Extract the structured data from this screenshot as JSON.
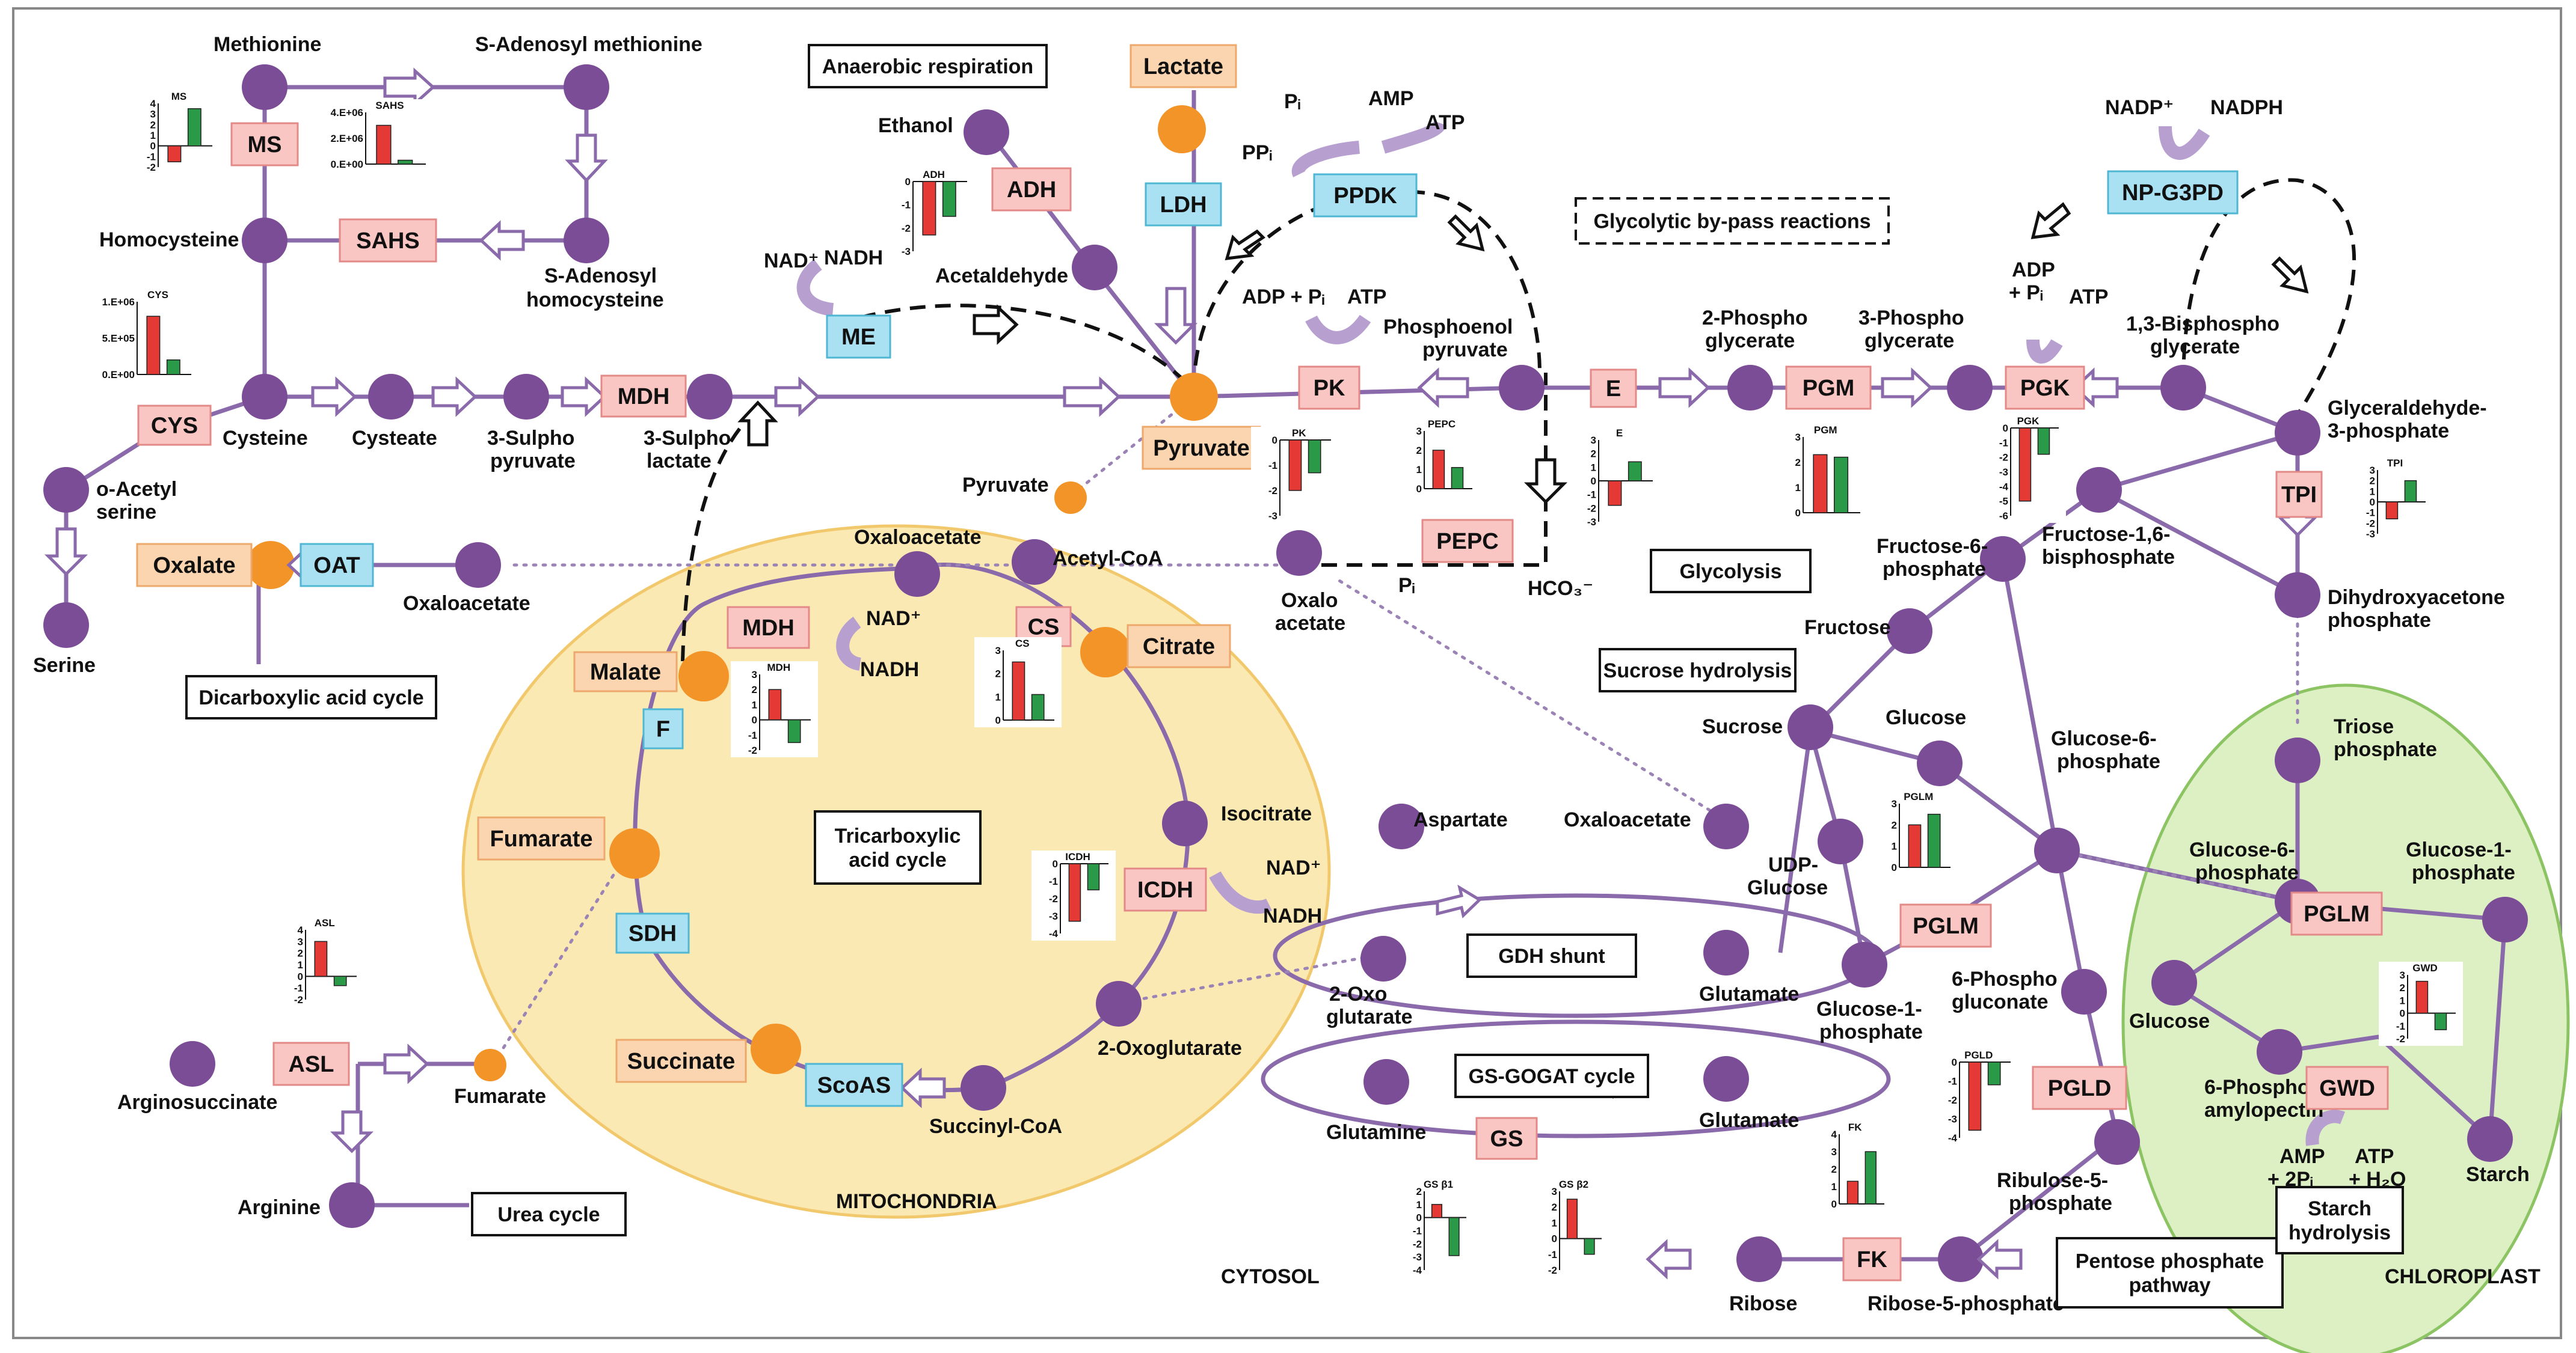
{
  "colors": {
    "metabolite_node": "#7b4d97",
    "highlight_node": "#f39428",
    "enzyme_up": "#fac6c4",
    "enzyme_down": "#a9e1f2",
    "metabolite_box": "#fbd4b0",
    "mitochondria": "#fbe9b4",
    "chloroplast": "#ddf0c4",
    "bar_control": "#e53935",
    "bar_treatment": "#2a9a48"
  },
  "labels": {
    "methionine": "Methionine",
    "sam": "S-Adenosyl methionine",
    "homocysteine": "Homocysteine",
    "sah": "S-Adenosyl homocysteine",
    "cysteine": "Cysteine",
    "cysteate": "Cysteate",
    "sulfopyruvate": "3-Sulpho pyruvate",
    "sulfolactate": "3-Sulpho lactate",
    "oacetylserine": "o-Acetyl serine",
    "serine": "Serine",
    "oxaloacetate_left": "Oxaloacetate",
    "ethanol": "Ethanol",
    "acetaldehyde": "Acetaldehyde",
    "nadplus": "NAD⁺",
    "nadh": "NADH",
    "pi": "Pᵢ",
    "ppi": "PPᵢ",
    "amp": "AMP",
    "atp": "ATP",
    "adp_pi": "ADP + Pᵢ",
    "pep": "Phosphoenol pyruvate",
    "oxaloacetate_cyt": "Oxalo acetate",
    "pi_pepc": "Pᵢ",
    "hco3": "HCO₃⁻",
    "pg2": "2-Phospho glycerate",
    "pg3": "3-Phospho glycerate",
    "bpg": "1,3-Bisphospho glycerate",
    "nadp": "NADP⁺",
    "nadph": "NADPH",
    "g3p": "Glyceraldehyde- 3-phosphate",
    "dhap": "Dihydroxyacetone phosphate",
    "f6p": "Fructose-6- phosphate",
    "f16bp": "Fructose-1,6- bisphosphate",
    "fructose": "Fructose",
    "sucrose": "Sucrose",
    "glucose": "Glucose",
    "udpg": "UDP- Glucose",
    "g1p": "Glucose-1- phosphate",
    "g6p": "Glucose-6- phosphate",
    "pg6": "6-Phospho gluconate",
    "ru5p": "Ribulose-5- phosphate",
    "r5p": "Ribose-5-phosphate",
    "ribose": "Ribose",
    "triosep": "Triose phosphate",
    "g6p_chl": "Glucose-6- phosphate",
    "g1p_chl": "Glucose-1- phosphate",
    "glucose_chl": "Glucose",
    "pga": "6-Phosphogluco amylopectin",
    "starch": "Starch",
    "amp2pi": "AMP + 2Pᵢ",
    "atph2o": "ATP + H₂O",
    "pyruvate_mito": "Pyruvate",
    "oaa_mito": "Oxaloacetate",
    "acetylcoa": "Acetyl-CoA",
    "isocitrate": "Isocitrate",
    "oxoglutarate": "2-Oxoglutarate",
    "succinylcoa": "Succinyl-CoA",
    "fumarate_urea": "Fumarate",
    "arginosuccinate": "Arginosuccinate",
    "arginine": "Arginine",
    "aspartate": "Aspartate",
    "oaa_gdh": "Oxaloacetate",
    "oxoglut_gdh": "2-Oxo glutarate",
    "glutamate1": "Glutamate",
    "glutamine": "Glutamine",
    "glutamate2": "Glutamate",
    "mitochondria": "MITOCHONDRIA",
    "cytosol": "CYTOSOL",
    "chloroplast": "CHLOROPLAST"
  },
  "enzymes": {
    "MS": "MS",
    "SAHS": "SAHS",
    "CYS": "CYS",
    "MDH": "MDH",
    "ADH": "ADH",
    "LDH": "LDH",
    "ME": "ME",
    "PPDK": "PPDK",
    "PK": "PK",
    "E": "E",
    "PGM": "PGM",
    "PGK": "PGK",
    "NPG3PD": "NP-G3PD",
    "TPI": "TPI",
    "PEPC": "PEPC",
    "OAT": "OAT",
    "MDHm": "MDH",
    "CS": "CS",
    "F": "F",
    "SDH": "SDH",
    "ICDH": "ICDH",
    "ScoAS": "ScoAS",
    "ASL": "ASL",
    "GS": "GS",
    "PGLM": "PGLM",
    "PGLMc": "PGLM",
    "PGLD": "PGLD",
    "FK": "FK",
    "GWD": "GWD"
  },
  "metabolite_boxes": {
    "lactate": "Lactate",
    "pyruvate": "Pyruvate",
    "oxalate": "Oxalate",
    "malate": "Malate",
    "citrate": "Citrate",
    "fumarate": "Fumarate",
    "succinate": "Succinate"
  },
  "pathway_boxes": {
    "anaerobic": "Anaerobic respiration",
    "bypass": "Glycolytic by-pass reactions",
    "glycolysis": "Glycolysis",
    "sucrose": "Sucrose hydrolysis",
    "dicarb": "Dicarboxylic acid cycle",
    "tca": "Tricarboxylic acid cycle",
    "gdh": "GDH shunt",
    "gsgogat": "GS-GOGAT cycle",
    "urea": "Urea cycle",
    "ppp": "Pentose phosphate pathway",
    "starch": "Starch hydrolysis"
  },
  "bar_charts": [
    {
      "name": "MS",
      "ticks": [
        "4",
        "3",
        "2",
        "1",
        "0",
        "-1",
        "-2"
      ],
      "ymin": -2,
      "ymax": 4,
      "values": [
        -1.5,
        3.5
      ]
    },
    {
      "name": "SAHS",
      "ticks": [
        "4.E+06",
        "2.E+06",
        "0.E+00"
      ],
      "ymin": 0,
      "ymax": 4000000,
      "values": [
        3000000,
        300000
      ]
    },
    {
      "name": "CYS",
      "ticks": [
        "1.E+06",
        "5.E+05",
        "0.E+00"
      ],
      "ymin": 0,
      "ymax": 1000000,
      "values": [
        800000,
        200000
      ]
    },
    {
      "name": "ADH",
      "ticks": [
        "0",
        "-1",
        "-2",
        "-3"
      ],
      "ymin": -3,
      "ymax": 0,
      "values": [
        -2.3,
        -1.5
      ]
    },
    {
      "name": "PK",
      "ticks": [
        "0",
        "-1",
        "-2",
        "-3"
      ],
      "ymin": -3,
      "ymax": 0,
      "values": [
        -2.0,
        -1.3
      ]
    },
    {
      "name": "PEPC",
      "ticks": [
        "3",
        "2",
        "1",
        "0"
      ],
      "ymin": 0,
      "ymax": 3,
      "values": [
        2.0,
        1.1
      ]
    },
    {
      "name": "E",
      "ticks": [
        "3",
        "2",
        "1",
        "0",
        "-1",
        "-2",
        "-3"
      ],
      "ymin": -3,
      "ymax": 3,
      "values": [
        -1.8,
        1.4
      ]
    },
    {
      "name": "PGM",
      "ticks": [
        "3",
        "2",
        "1",
        "0"
      ],
      "ymin": 0,
      "ymax": 3,
      "values": [
        2.3,
        2.2
      ]
    },
    {
      "name": "PGK",
      "ticks": [
        "0",
        "-1",
        "-2",
        "-3",
        "-4",
        "-5",
        "-6"
      ],
      "ymin": -6,
      "ymax": 0,
      "values": [
        -5.0,
        -1.8
      ]
    },
    {
      "name": "TPI",
      "ticks": [
        "3",
        "2",
        "1",
        "0",
        "-1",
        "-2",
        "-3"
      ],
      "ymin": -3,
      "ymax": 3,
      "values": [
        -1.6,
        2.0
      ]
    },
    {
      "name": "MDH",
      "ticks": [
        "3",
        "2",
        "1",
        "0",
        "-1",
        "-2"
      ],
      "ymin": -2,
      "ymax": 3,
      "values": [
        2.0,
        -1.5
      ]
    },
    {
      "name": "CS",
      "ticks": [
        "3",
        "2",
        "1",
        "0"
      ],
      "ymin": 0,
      "ymax": 3,
      "values": [
        2.5,
        1.1
      ]
    },
    {
      "name": "ICDH",
      "ticks": [
        "0",
        "-1",
        "-2",
        "-3",
        "-4"
      ],
      "ymin": -4,
      "ymax": 0,
      "values": [
        -3.3,
        -1.5
      ]
    },
    {
      "name": "ASL",
      "ticks": [
        "4",
        "3",
        "2",
        "1",
        "0",
        "-1",
        "-2"
      ],
      "ymin": -2,
      "ymax": 4,
      "values": [
        3.0,
        -0.8
      ]
    },
    {
      "name": "GS β1",
      "ticks": [
        "2",
        "1",
        "0",
        "-1",
        "-2",
        "-3",
        "-4"
      ],
      "ymin": -4,
      "ymax": 2,
      "values": [
        1.0,
        -2.9
      ]
    },
    {
      "name": "GS β2",
      "ticks": [
        "3",
        "2",
        "1",
        "0",
        "-1",
        "-2"
      ],
      "ymin": -2,
      "ymax": 3,
      "values": [
        2.5,
        -1.0
      ]
    },
    {
      "name": "PGLM",
      "ticks": [
        "3",
        "2",
        "1",
        "0"
      ],
      "ymin": 0,
      "ymax": 3,
      "values": [
        2.0,
        2.5
      ]
    },
    {
      "name": "PGLD",
      "ticks": [
        "0",
        "-1",
        "-2",
        "-3",
        "-4"
      ],
      "ymin": -4,
      "ymax": 0,
      "values": [
        -3.6,
        -1.2
      ]
    },
    {
      "name": "FK",
      "ticks": [
        "4",
        "3",
        "2",
        "1",
        "0"
      ],
      "ymin": 0,
      "ymax": 4,
      "values": [
        1.3,
        3.0
      ]
    },
    {
      "name": "GWD",
      "ticks": [
        "3",
        "2",
        "1",
        "0",
        "-1",
        "-2"
      ],
      "ymin": -2,
      "ymax": 3,
      "values": [
        2.5,
        -1.3
      ]
    }
  ]
}
